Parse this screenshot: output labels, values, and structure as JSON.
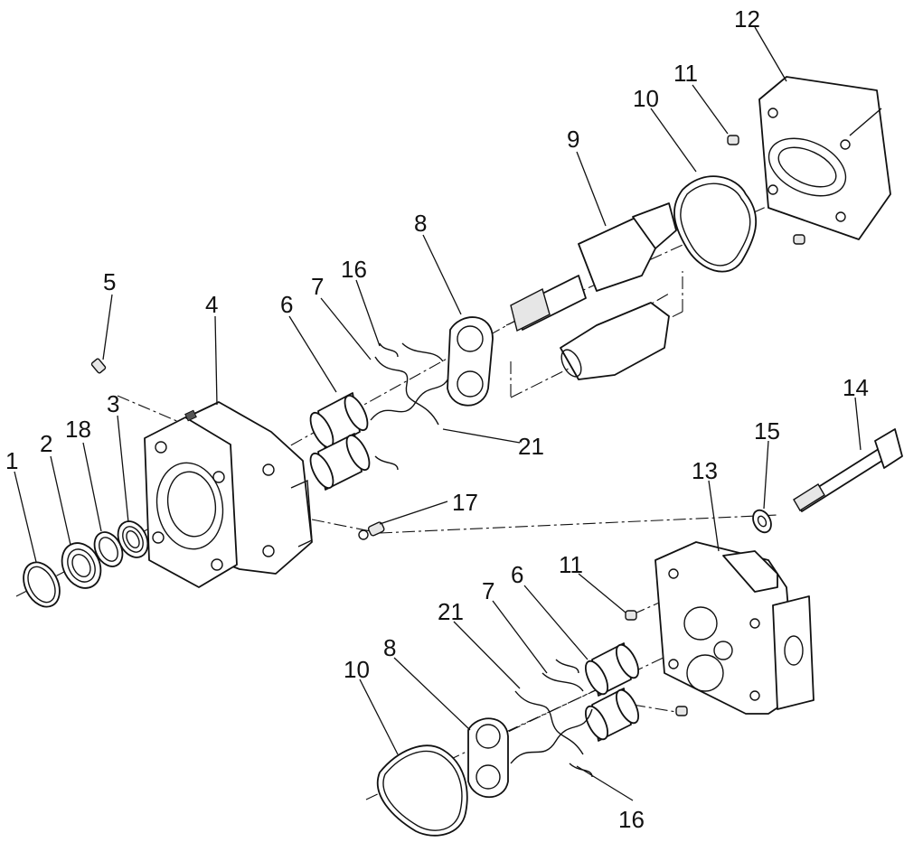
{
  "labels": {
    "l1": "1",
    "l2": "2",
    "l18": "18",
    "l3": "3",
    "l4": "4",
    "l5": "5",
    "l6a": "6",
    "l7a": "7",
    "l16a": "16",
    "l8a": "8",
    "l9": "9",
    "l10a": "10",
    "l11a": "11",
    "l12": "12",
    "l21a": "21",
    "l17": "17",
    "l14": "14",
    "l15": "15",
    "l13": "13",
    "l11b": "11",
    "l6b": "6",
    "l7b": "7",
    "l21b": "21",
    "l8b": "8",
    "l10b": "10",
    "l16b": "16"
  }
}
